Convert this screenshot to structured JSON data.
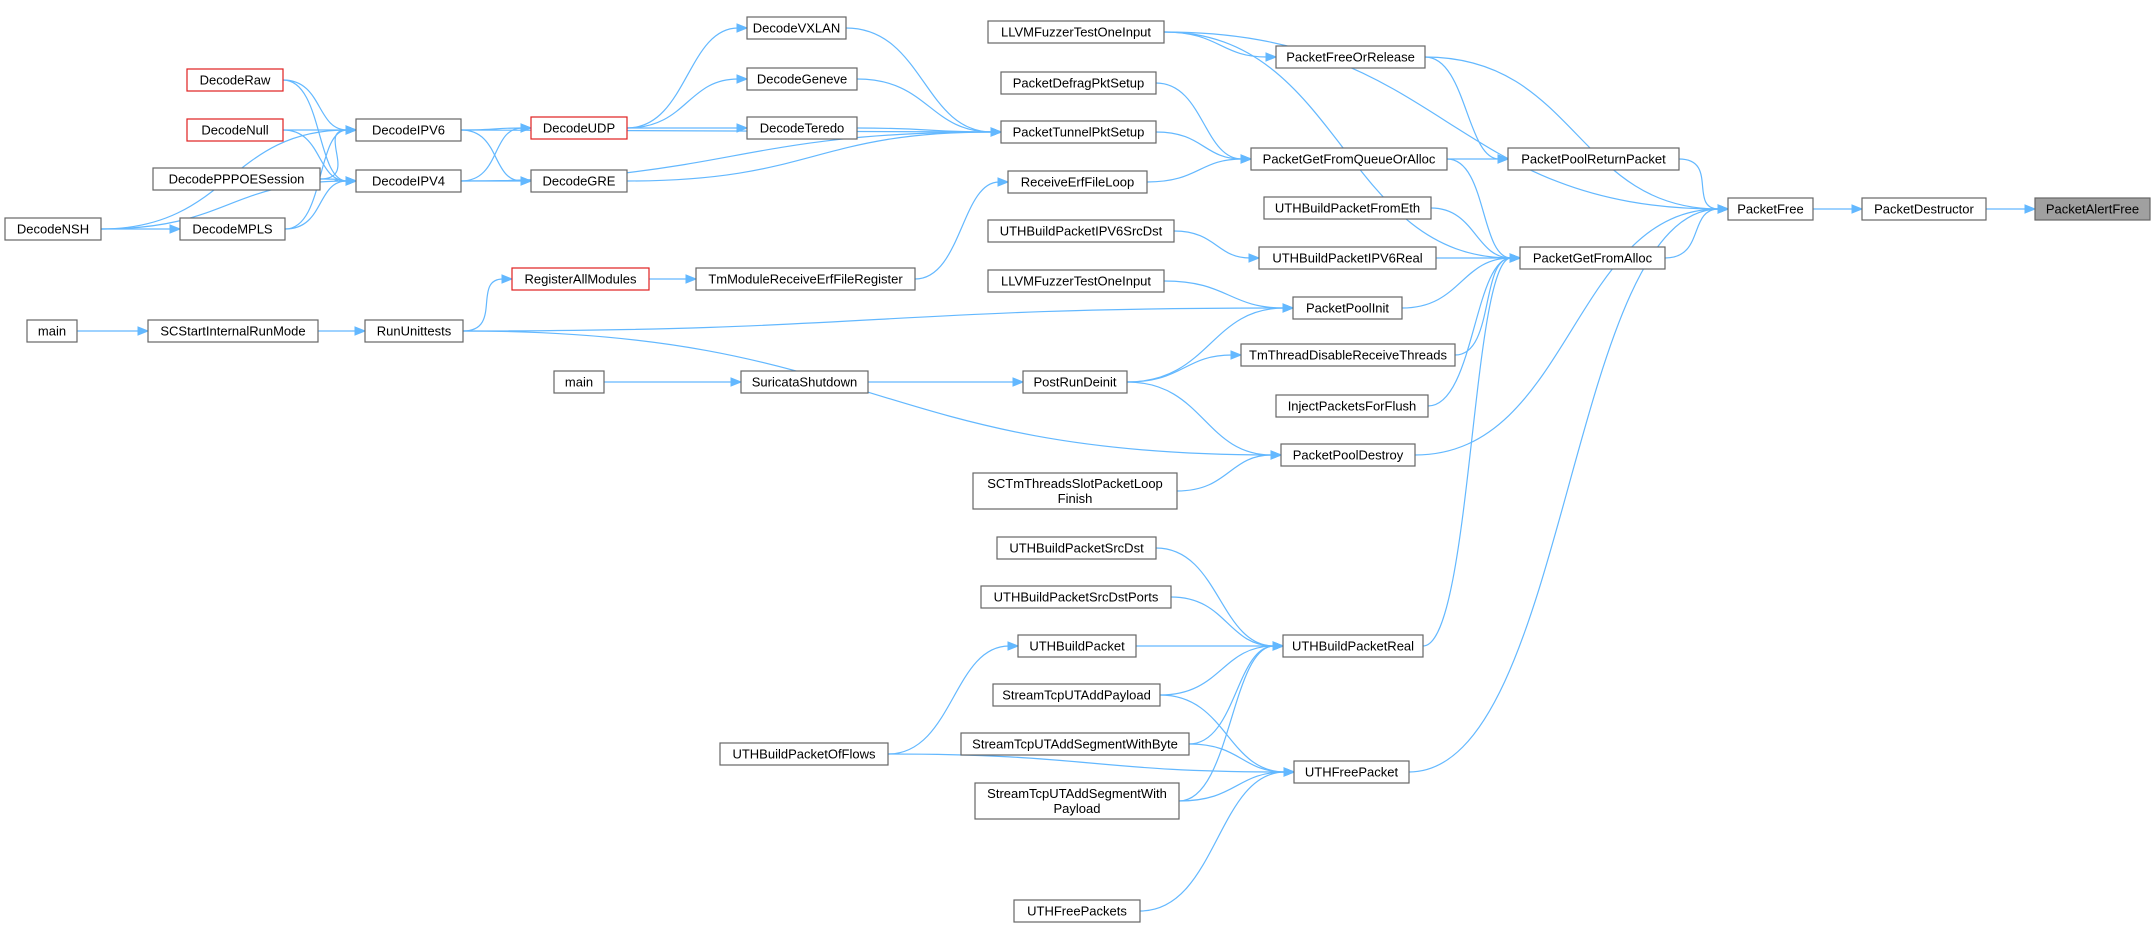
{
  "graph": {
    "nodes": [
      {
        "id": "PacketAlertFree",
        "lines": [
          "PacketAlertFree"
        ],
        "style": "root"
      },
      {
        "id": "PacketDestructor",
        "lines": [
          "PacketDestructor"
        ],
        "style": "normal"
      },
      {
        "id": "PacketFree",
        "lines": [
          "PacketFree"
        ],
        "style": "normal"
      },
      {
        "id": "PacketPoolReturnPacket",
        "lines": [
          "PacketPoolReturnPacket"
        ],
        "style": "normal"
      },
      {
        "id": "PacketGetFromAlloc",
        "lines": [
          "PacketGetFromAlloc"
        ],
        "style": "normal"
      },
      {
        "id": "PacketFreeOrRelease",
        "lines": [
          "PacketFreeOrRelease"
        ],
        "style": "normal"
      },
      {
        "id": "LLVMFuzzerTestOneInput1",
        "lines": [
          "LLVMFuzzerTestOneInput"
        ],
        "style": "normal"
      },
      {
        "id": "PacketGetFromQueueOrAlloc",
        "lines": [
          "PacketGetFromQueueOrAlloc"
        ],
        "style": "normal"
      },
      {
        "id": "PacketDefragPktSetup",
        "lines": [
          "PacketDefragPktSetup"
        ],
        "style": "normal"
      },
      {
        "id": "PacketTunnelPktSetup",
        "lines": [
          "PacketTunnelPktSetup"
        ],
        "style": "normal"
      },
      {
        "id": "ReceiveErfFileLoop",
        "lines": [
          "ReceiveErfFileLoop"
        ],
        "style": "normal"
      },
      {
        "id": "DecodeVXLAN",
        "lines": [
          "DecodeVXLAN"
        ],
        "style": "normal"
      },
      {
        "id": "DecodeGeneve",
        "lines": [
          "DecodeGeneve"
        ],
        "style": "normal"
      },
      {
        "id": "DecodeTeredo",
        "lines": [
          "DecodeTeredo"
        ],
        "style": "normal"
      },
      {
        "id": "DecodeUDP",
        "lines": [
          "DecodeUDP"
        ],
        "style": "red"
      },
      {
        "id": "DecodeGRE",
        "lines": [
          "DecodeGRE"
        ],
        "style": "normal"
      },
      {
        "id": "DecodeIPV6",
        "lines": [
          "DecodeIPV6"
        ],
        "style": "normal"
      },
      {
        "id": "DecodeIPV4",
        "lines": [
          "DecodeIPV4"
        ],
        "style": "normal"
      },
      {
        "id": "DecodeRaw",
        "lines": [
          "DecodeRaw"
        ],
        "style": "red"
      },
      {
        "id": "DecodeNull",
        "lines": [
          "DecodeNull"
        ],
        "style": "red"
      },
      {
        "id": "DecodePPPOESession",
        "lines": [
          "DecodePPPOESession"
        ],
        "style": "normal"
      },
      {
        "id": "DecodeMPLS",
        "lines": [
          "DecodeMPLS"
        ],
        "style": "normal"
      },
      {
        "id": "DecodeNSH",
        "lines": [
          "DecodeNSH"
        ],
        "style": "normal"
      },
      {
        "id": "UTHBuildPacketFromEth",
        "lines": [
          "UTHBuildPacketFromEth"
        ],
        "style": "normal"
      },
      {
        "id": "UTHBuildPacketIPV6Real",
        "lines": [
          "UTHBuildPacketIPV6Real"
        ],
        "style": "normal"
      },
      {
        "id": "UTHBuildPacketIPV6SrcDst",
        "lines": [
          "UTHBuildPacketIPV6SrcDst"
        ],
        "style": "normal"
      },
      {
        "id": "PacketPoolInit",
        "lines": [
          "PacketPoolInit"
        ],
        "style": "normal"
      },
      {
        "id": "LLVMFuzzerTestOneInput2",
        "lines": [
          "LLVMFuzzerTestOneInput"
        ],
        "style": "normal"
      },
      {
        "id": "TmThreadDisableReceiveThreads",
        "lines": [
          "TmThreadDisableReceiveThreads"
        ],
        "style": "normal"
      },
      {
        "id": "InjectPacketsForFlush",
        "lines": [
          "InjectPacketsForFlush"
        ],
        "style": "normal"
      },
      {
        "id": "PacketPoolDestroy",
        "lines": [
          "PacketPoolDestroy"
        ],
        "style": "normal"
      },
      {
        "id": "SCTmThreadsSlotPacketLoopFinish",
        "lines": [
          "SCTmThreadsSlotPacketLoop",
          "Finish"
        ],
        "style": "normal"
      },
      {
        "id": "PostRunDeinit",
        "lines": [
          "PostRunDeinit"
        ],
        "style": "normal"
      },
      {
        "id": "SuricataShutdown",
        "lines": [
          "SuricataShutdown"
        ],
        "style": "normal"
      },
      {
        "id": "main2",
        "lines": [
          "main"
        ],
        "style": "normal"
      },
      {
        "id": "TmModuleReceiveErfFileRegister",
        "lines": [
          "TmModuleReceiveErfFileRegister"
        ],
        "style": "normal"
      },
      {
        "id": "RegisterAllModules",
        "lines": [
          "RegisterAllModules"
        ],
        "style": "red"
      },
      {
        "id": "RunUnittests",
        "lines": [
          "RunUnittests"
        ],
        "style": "normal"
      },
      {
        "id": "SCStartInternalRunMode",
        "lines": [
          "SCStartInternalRunMode"
        ],
        "style": "normal"
      },
      {
        "id": "main1",
        "lines": [
          "main"
        ],
        "style": "normal"
      },
      {
        "id": "UTHBuildPacketReal",
        "lines": [
          "UTHBuildPacketReal"
        ],
        "style": "normal"
      },
      {
        "id": "UTHBuildPacketSrcDst",
        "lines": [
          "UTHBuildPacketSrcDst"
        ],
        "style": "normal"
      },
      {
        "id": "UTHBuildPacketSrcDstPorts",
        "lines": [
          "UTHBuildPacketSrcDstPorts"
        ],
        "style": "normal"
      },
      {
        "id": "UTHBuildPacket",
        "lines": [
          "UTHBuildPacket"
        ],
        "style": "normal"
      },
      {
        "id": "StreamTcpUTAddPayload",
        "lines": [
          "StreamTcpUTAddPayload"
        ],
        "style": "normal"
      },
      {
        "id": "StreamTcpUTAddSegmentWithByte",
        "lines": [
          "StreamTcpUTAddSegmentWithByte"
        ],
        "style": "normal"
      },
      {
        "id": "StreamTcpUTAddSegmentWithPayload",
        "lines": [
          "StreamTcpUTAddSegmentWith",
          "Payload"
        ],
        "style": "normal"
      },
      {
        "id": "UTHFreePacket",
        "lines": [
          "UTHFreePacket"
        ],
        "style": "normal"
      },
      {
        "id": "UTHBuildPacketOfFlows",
        "lines": [
          "UTHBuildPacketOfFlows"
        ],
        "style": "normal"
      },
      {
        "id": "UTHFreePackets",
        "lines": [
          "UTHFreePackets"
        ],
        "style": "normal"
      }
    ],
    "edges": [
      [
        "PacketDestructor",
        "PacketAlertFree"
      ],
      [
        "PacketFree",
        "PacketDestructor"
      ],
      [
        "LLVMFuzzerTestOneInput1",
        "PacketFree"
      ],
      [
        "PacketFreeOrRelease",
        "PacketFree"
      ],
      [
        "PacketPoolReturnPacket",
        "PacketFree"
      ],
      [
        "PacketGetFromAlloc",
        "PacketFree"
      ],
      [
        "PacketPoolDestroy",
        "PacketFree"
      ],
      [
        "UTHFreePacket",
        "PacketFree"
      ],
      [
        "LLVMFuzzerTestOneInput1",
        "PacketFreeOrRelease"
      ],
      [
        "PacketFreeOrRelease",
        "PacketPoolReturnPacket"
      ],
      [
        "PacketGetFromQueueOrAlloc",
        "PacketPoolReturnPacket"
      ],
      [
        "LLVMFuzzerTestOneInput1",
        "PacketGetFromAlloc"
      ],
      [
        "PacketGetFromQueueOrAlloc",
        "PacketGetFromAlloc"
      ],
      [
        "UTHBuildPacketFromEth",
        "PacketGetFromAlloc"
      ],
      [
        "UTHBuildPacketIPV6Real",
        "PacketGetFromAlloc"
      ],
      [
        "PacketPoolInit",
        "PacketGetFromAlloc"
      ],
      [
        "TmThreadDisableReceiveThreads",
        "PacketGetFromAlloc"
      ],
      [
        "InjectPacketsForFlush",
        "PacketGetFromAlloc"
      ],
      [
        "UTHBuildPacketReal",
        "PacketGetFromAlloc"
      ],
      [
        "PacketDefragPktSetup",
        "PacketGetFromQueueOrAlloc"
      ],
      [
        "PacketTunnelPktSetup",
        "PacketGetFromQueueOrAlloc"
      ],
      [
        "ReceiveErfFileLoop",
        "PacketGetFromQueueOrAlloc"
      ],
      [
        "DecodeVXLAN",
        "PacketTunnelPktSetup"
      ],
      [
        "DecodeGeneve",
        "PacketTunnelPktSetup"
      ],
      [
        "DecodeTeredo",
        "PacketTunnelPktSetup"
      ],
      [
        "DecodeGRE",
        "PacketTunnelPktSetup"
      ],
      [
        "DecodeIPV6",
        "PacketTunnelPktSetup"
      ],
      [
        "DecodeIPV4",
        "PacketTunnelPktSetup"
      ],
      [
        "DecodeUDP",
        "DecodeVXLAN"
      ],
      [
        "DecodeUDP",
        "DecodeGeneve"
      ],
      [
        "DecodeUDP",
        "DecodeTeredo"
      ],
      [
        "DecodeIPV6",
        "DecodeUDP"
      ],
      [
        "DecodeIPV4",
        "DecodeUDP"
      ],
      [
        "DecodeIPV6",
        "DecodeGRE"
      ],
      [
        "DecodeIPV4",
        "DecodeGRE"
      ],
      [
        "DecodeRaw",
        "DecodeIPV6"
      ],
      [
        "DecodeNull",
        "DecodeIPV6"
      ],
      [
        "DecodePPPOESession",
        "DecodeIPV6"
      ],
      [
        "DecodeMPLS",
        "DecodeIPV6"
      ],
      [
        "DecodeNSH",
        "DecodeIPV6"
      ],
      [
        "DecodeRaw",
        "DecodeIPV4"
      ],
      [
        "DecodeNull",
        "DecodeIPV4"
      ],
      [
        "DecodePPPOESession",
        "DecodeIPV4"
      ],
      [
        "DecodeMPLS",
        "DecodeIPV4"
      ],
      [
        "DecodeNSH",
        "DecodeIPV4"
      ],
      [
        "DecodeNSH",
        "DecodeMPLS"
      ],
      [
        "TmModuleReceiveErfFileRegister",
        "ReceiveErfFileLoop"
      ],
      [
        "RegisterAllModules",
        "TmModuleReceiveErfFileRegister"
      ],
      [
        "RunUnittests",
        "RegisterAllModules"
      ],
      [
        "SCStartInternalRunMode",
        "RunUnittests"
      ],
      [
        "main1",
        "SCStartInternalRunMode"
      ],
      [
        "RunUnittests",
        "PacketPoolInit"
      ],
      [
        "RunUnittests",
        "PacketPoolDestroy"
      ],
      [
        "UTHBuildPacketIPV6SrcDst",
        "UTHBuildPacketIPV6Real"
      ],
      [
        "LLVMFuzzerTestOneInput2",
        "PacketPoolInit"
      ],
      [
        "PostRunDeinit",
        "PacketPoolInit"
      ],
      [
        "PostRunDeinit",
        "TmThreadDisableReceiveThreads"
      ],
      [
        "PostRunDeinit",
        "PacketPoolDestroy"
      ],
      [
        "SuricataShutdown",
        "PostRunDeinit"
      ],
      [
        "main2",
        "SuricataShutdown"
      ],
      [
        "SCTmThreadsSlotPacketLoopFinish",
        "PacketPoolDestroy"
      ],
      [
        "UTHBuildPacketSrcDst",
        "UTHBuildPacketReal"
      ],
      [
        "UTHBuildPacketSrcDstPorts",
        "UTHBuildPacketReal"
      ],
      [
        "UTHBuildPacket",
        "UTHBuildPacketReal"
      ],
      [
        "StreamTcpUTAddPayload",
        "UTHBuildPacketReal"
      ],
      [
        "StreamTcpUTAddSegmentWithByte",
        "UTHBuildPacketReal"
      ],
      [
        "StreamTcpUTAddSegmentWithPayload",
        "UTHBuildPacketReal"
      ],
      [
        "UTHBuildPacketOfFlows",
        "UTHBuildPacket"
      ],
      [
        "StreamTcpUTAddPayload",
        "UTHFreePacket"
      ],
      [
        "StreamTcpUTAddSegmentWithByte",
        "UTHFreePacket"
      ],
      [
        "StreamTcpUTAddSegmentWithPayload",
        "UTHFreePacket"
      ],
      [
        "UTHBuildPacketOfFlows",
        "UTHFreePacket"
      ],
      [
        "UTHFreePackets",
        "UTHFreePacket"
      ]
    ]
  }
}
